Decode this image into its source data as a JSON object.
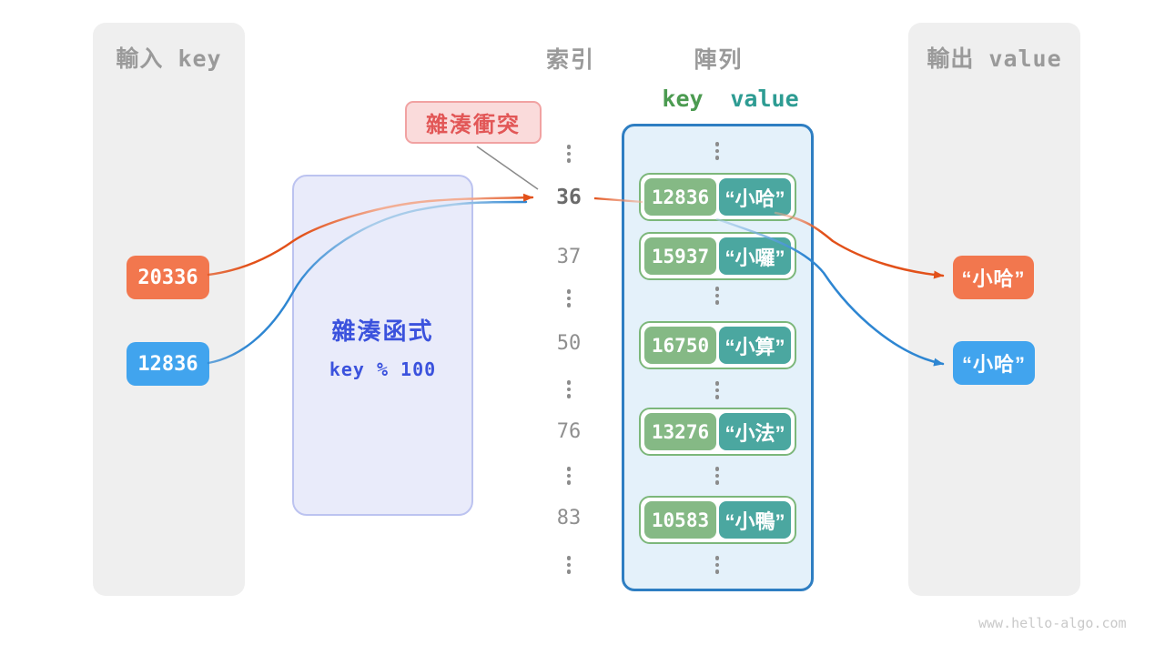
{
  "watermark": "www.hello-algo.com",
  "colors": {
    "panel_gray": "#EFEFEF",
    "title_gray": "#9A9A9A",
    "orange": "#F2774E",
    "blue": "#41A4EE",
    "hash_bg": "#E9EBFA",
    "hash_border": "#BCC3F0",
    "hash_text": "#3B52DD",
    "collision_bg": "#FADBDB",
    "collision_border": "#F1A2A2",
    "collision_text": "#E25757",
    "array_bg": "#E4F1FA",
    "array_border": "#2E7EC2",
    "row_border": "#7CB77A",
    "key_green": "#85B985",
    "value_teal": "#4BA7A0",
    "key_header_green": "#4C9B51",
    "value_header_teal": "#2E9C93",
    "arrow_orange": "#E2511A",
    "arrow_orange_light": "#F2AE95",
    "arrow_blue": "#2E86D2",
    "arrow_blue_light": "#A8CCEA",
    "pointer_line_gray": "#8A8A8A"
  },
  "input_panel": {
    "title": "輸入 key",
    "keys": [
      {
        "value": "20336",
        "color": "orange"
      },
      {
        "value": "12836",
        "color": "blue"
      }
    ]
  },
  "hash_function": {
    "title": "雜湊函式",
    "formula": "key % 100"
  },
  "collision": {
    "label": "雜湊衝突"
  },
  "index_column": {
    "title": "索引",
    "items": [
      "⋮",
      "36",
      "37",
      "⋮",
      "50",
      "⋮",
      "76",
      "⋮",
      "83",
      "⋮"
    ]
  },
  "array": {
    "title": "陣列",
    "key_header": "key",
    "value_header": "value",
    "ellipsis_glyph": "⋮",
    "rows": [
      {
        "key": "12836",
        "value": "“小哈”"
      },
      {
        "key": "15937",
        "value": "“小囉”"
      },
      {
        "key": "16750",
        "value": "“小算”"
      },
      {
        "key": "13276",
        "value": "“小法”"
      },
      {
        "key": "10583",
        "value": "“小鴨”"
      }
    ]
  },
  "output_panel": {
    "title": "輸出 value",
    "values": [
      {
        "text": "“小哈”",
        "color": "orange"
      },
      {
        "text": "“小哈”",
        "color": "blue"
      }
    ]
  }
}
